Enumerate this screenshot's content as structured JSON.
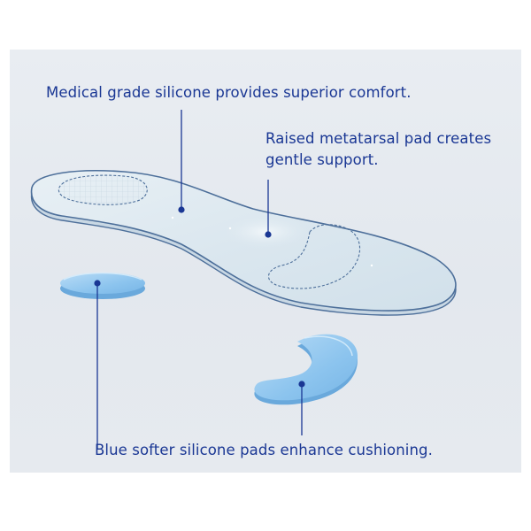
{
  "captions": {
    "medical_grade": "Medical grade silicone provides superior comfort.",
    "metatarsal_line1": "Raised metatarsal pad creates",
    "metatarsal_line2": "gentle support.",
    "blue_pads": "Blue softer silicone pads enhance cushioning."
  },
  "colors": {
    "text": "#1a3794",
    "panel_background": "#e6eaef",
    "insole_fill": "#dde8f0",
    "insole_outline": "#4d6f9a",
    "pad_blue": "#8ec6ef",
    "callout_line": "#1a3794"
  }
}
